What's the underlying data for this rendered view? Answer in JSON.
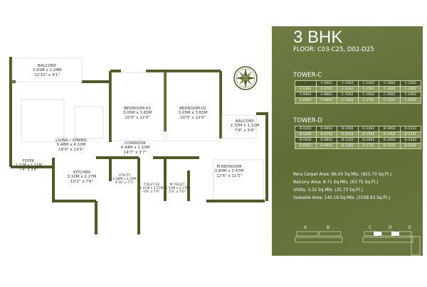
{
  "rooms": {
    "balcony1": {
      "name": "BALCONY",
      "m": "3.91M x 1.24M",
      "ft": "12'10\" x 4'1\""
    },
    "bedroom3": {
      "name": "BEDROOM-03",
      "m": "3.05M x 3.65M",
      "ft": "10'0\" x 12'0\""
    },
    "bedroom2": {
      "name": "BEDROOM-02",
      "m": "3.05M x 3.65M",
      "ft": "10'0\" x 12'0\""
    },
    "balcony2": {
      "name": "BALCONY",
      "m": "2.32M x 1.12M",
      "ft": "7'8\" x 3'8\""
    },
    "living": {
      "name": "LIVING / DINING",
      "m": "5.48M x 4.10M",
      "ft": "18'0\" x 13'5\""
    },
    "corridor": {
      "name": "CORRIDOR",
      "m": "4.44M x 1.10M",
      "ft": "14'7\" x 3'7\""
    },
    "foyer": {
      "name": "FOYER",
      "m": "2.22M x 1.11M",
      "ft": "7'4\" x 3'8\""
    },
    "kitchen": {
      "name": "KITCHEN",
      "m": "3.10M x 2.27M",
      "ft": "10'2\" x 7'6\""
    },
    "utility": {
      "name": "UTILITY",
      "m": "1.48M x 2.29M",
      "ft": "4'10\" x 7'5\""
    },
    "toilet2": {
      "name": "TOILET-02",
      "m": "1.41M x 2.27M",
      "ft": "4'8\" x 7'6\""
    },
    "mtoilet": {
      "name": "M.TOILET",
      "m": "1.52M x 2.27M",
      "ft": "5'0\" x 7'6\""
    },
    "mbedroom": {
      "name": "M.BEDROOM",
      "m": "3.80M x 3.47M",
      "ft": "12'6\" x 11'5\""
    }
  },
  "panel": {
    "title": "3 BHK",
    "floor": "FLOOR: C03-C25, D02-D25",
    "tower_c": {
      "label": "TOWER-C",
      "rows": [
        [
          "-",
          "C-0602",
          "C-1002",
          "C-1402",
          "C-1802",
          "C-2202"
        ],
        [
          "C-0302",
          "C-0702",
          "C-1102",
          "C-1502",
          "C-1902",
          "C-2302"
        ],
        [
          "C-0402",
          "C-0802",
          "C-1202",
          "C-1602",
          "C-2002",
          "C-2402"
        ],
        [
          "C-0502",
          "C-0902",
          "C-1302",
          "C-1702",
          "C-2102",
          "C-2502"
        ]
      ]
    },
    "tower_d": {
      "label": "TOWER-D",
      "rows": [
        [
          "D-0202",
          "D-0602",
          "D-1002",
          "D-1402",
          "D-1802",
          "D-2202"
        ],
        [
          "D-0302",
          "D-0702",
          "D-1102",
          "D-1502",
          "D-1902",
          "D-2302"
        ],
        [
          "D-0402",
          "D-0802",
          "D-1202",
          "D-1602",
          "D-2002",
          "D-2402"
        ],
        [
          "D-0502",
          "D-0902",
          "D-1302",
          "D-1702",
          "D-2102",
          "D-2502"
        ]
      ]
    },
    "areas": [
      "Rera Carpet Area: 86.00 Sq.Mts. (925.70 Sq.Ft.)",
      "Balcony Area: 8.71 Sq.Mts. (93.75 Sq.Ft.)",
      "Utility: 3.32 Sq.Mts. (35.73 Sq.Ft.)",
      "Saleable Area: 140.18 Sq.Mts. (1508.93 Sq.Ft.)"
    ],
    "key_labels": [
      "A",
      "B",
      "C",
      "D",
      "E"
    ]
  },
  "colors": {
    "wall": "#4f5b22",
    "panel": "#667442"
  }
}
